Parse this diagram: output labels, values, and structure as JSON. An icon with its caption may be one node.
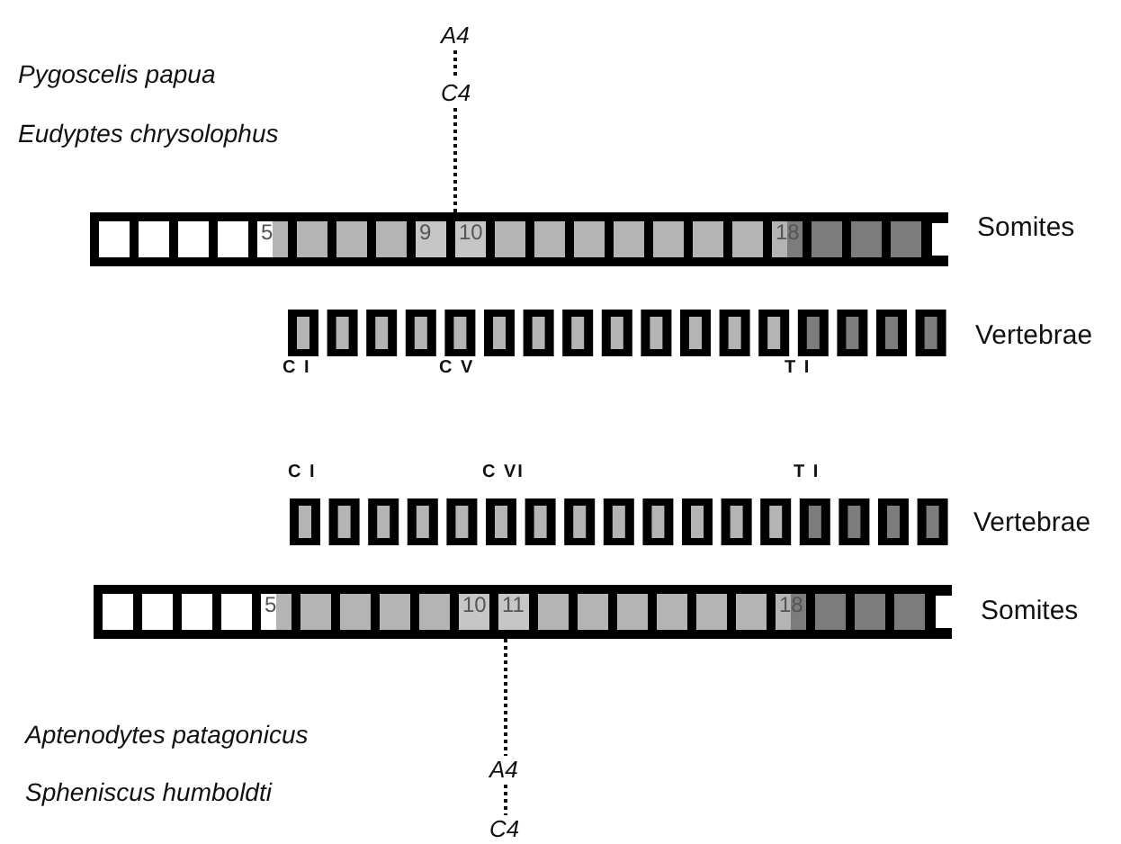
{
  "diagram": {
    "nodes": [
      {
        "text": [
          "A4"
        ]
      },
      {
        "text": [
          "C4"
        ]
      },
      {
        "text": [
          "5",
          "9",
          "10",
          "18"
        ],
        "beside": [
          "Somites"
        ]
      },
      {
        "text": [
          "5",
          "10",
          "11",
          "18"
        ],
        "beside": [
          "Somites"
        ]
      },
      {
        "text": [
          "A4"
        ]
      },
      {
        "text": [
          "C4"
        ]
      }
    ],
    "edges": [
      {
        "from": 0,
        "to": 1,
        "arrow": "none",
        "style": "dashed"
      },
      {
        "from": 1,
        "to": 2,
        "arrow": "none",
        "style": "dashed"
      },
      {
        "from": 3,
        "to": 4,
        "arrow": "none",
        "style": "dashed"
      },
      {
        "from": 4,
        "to": 5,
        "arrow": "none",
        "style": "dashed"
      }
    ],
    "labels": [
      "Pygoscelis papua",
      "Eudyptes chrysolophus",
      "Vertebrae",
      "C I",
      "C V",
      "T I",
      "C I",
      "C VI",
      "T I",
      "Vertebrae",
      "Aptenodytes patagonicus",
      "Spheniscus humboldti"
    ]
  }
}
